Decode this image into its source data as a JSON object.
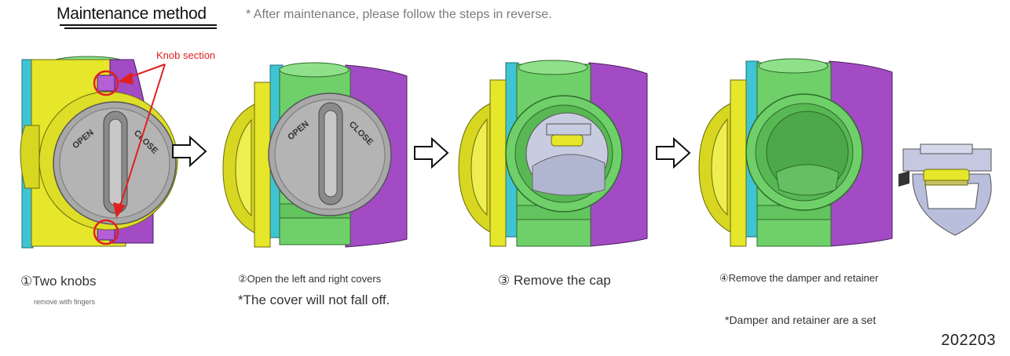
{
  "header": {
    "title": "Maintenance method",
    "note": "* After maintenance, please follow the steps in reverse."
  },
  "callout": {
    "label": "Knob section",
    "color": "#e02020"
  },
  "steps": [
    {
      "number": "①",
      "title": "Two knobs",
      "subtitle": "remove with fingers"
    },
    {
      "number": "②",
      "title": "Open the left and right covers",
      "subtitle": "*The cover will not fall off."
    },
    {
      "number": "③",
      "title": " Remove the cap",
      "subtitle": ""
    },
    {
      "number": "④",
      "title": "Remove the damper and retainer",
      "subtitle": "*Damper and retainer are a set"
    }
  ],
  "knob_text": {
    "open": "OPEN",
    "close": "CLOSE"
  },
  "colors": {
    "yellow_cover": "#e6e62a",
    "cyan_gasket": "#3fc4d4",
    "green_body": "#6fd06a",
    "purple_cover": "#a24bc4",
    "gray_cap": "#a8a8a8",
    "retainer": "#b8bedc"
  },
  "version": "202203"
}
